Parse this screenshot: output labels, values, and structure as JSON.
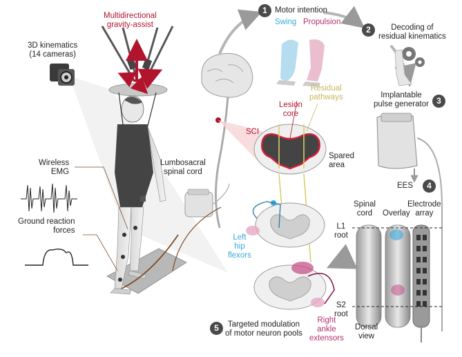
{
  "labels": {
    "gravity_assist": [
      "Multidirectional",
      "gravity-assist"
    ],
    "kinematics": [
      "3D kinematics",
      "(14 cameras)"
    ],
    "emg": [
      "Wireless",
      "EMG"
    ],
    "grf": [
      "Ground reaction",
      "forces"
    ],
    "lumbosacral": [
      "Lumbosacral",
      "spinal cord"
    ],
    "motor_intention": "Motor intention",
    "swing": "Swing",
    "propulsion": "Propulsion",
    "decoding": [
      "Decoding of",
      "residual kinematics"
    ],
    "residual": [
      "Residual",
      "pathways"
    ],
    "lesion": [
      "Lesion",
      "core"
    ],
    "sci": "SCI",
    "spared": [
      "Spared",
      "area"
    ],
    "ipg": [
      "Implantable",
      "pulse generator"
    ],
    "ees": "EES",
    "spinal_cord": [
      "Spinal",
      "cord"
    ],
    "overlay": "Overlay",
    "electrode": [
      "Electrode",
      "array"
    ],
    "l1": [
      "L1",
      "root"
    ],
    "s2": [
      "S2",
      "root"
    ],
    "left_hip": [
      "Left",
      "hip",
      "flexors"
    ],
    "right_ankle": [
      "Right",
      "ankle",
      "extensors"
    ],
    "dorsal": [
      "Dorsal",
      "view"
    ],
    "targeted": [
      "Targeted modulation",
      "of motor neuron pools"
    ]
  },
  "steps": [
    "1",
    "2",
    "3",
    "4",
    "5"
  ],
  "colors": {
    "red": "#b3142d",
    "blue": "#3aa9d8",
    "pink": "#b0306e",
    "olive": "#c8b85a",
    "gray": "#9a9a9a",
    "dark": "#3a3a3a"
  }
}
